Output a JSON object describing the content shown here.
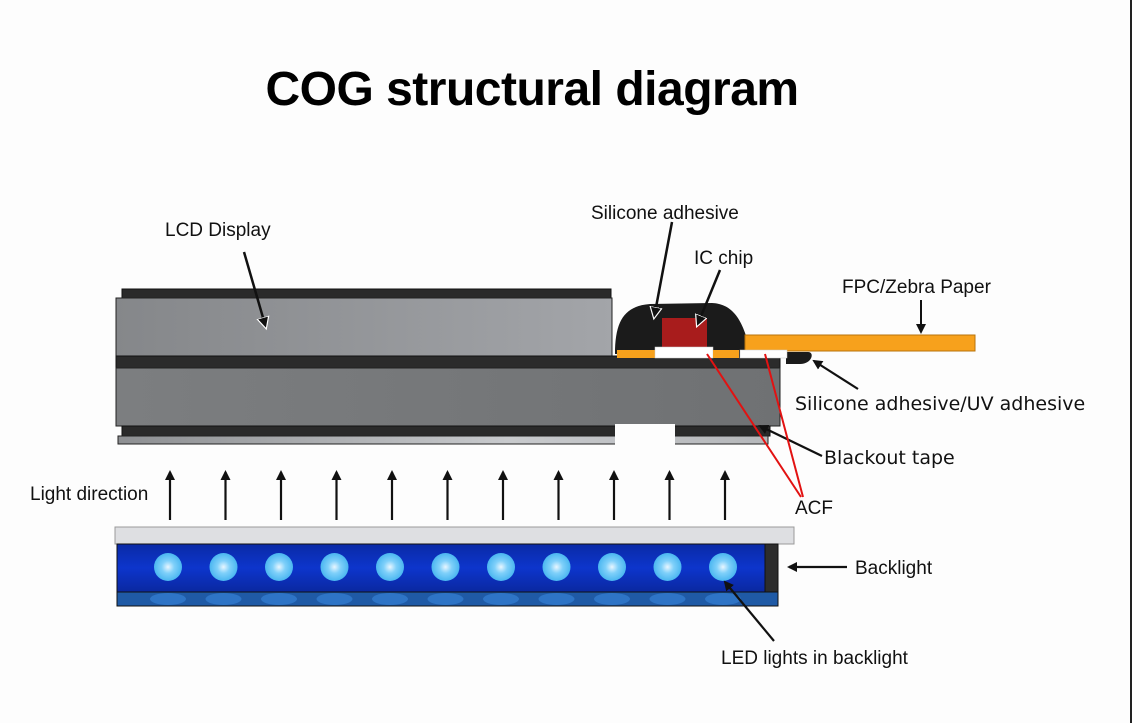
{
  "title": "COG structural diagram",
  "colors": {
    "glass": "#8f9194",
    "glass_dark": "#75777a",
    "frame_black": "#262626",
    "polarizer": "#c2c4c7",
    "adhesive_black": "#1a1a1a",
    "ic_chip": "#a81c1c",
    "fpc_orange": "#f7a11c",
    "acf_white": "#ffffff",
    "leader_red": "#e21212",
    "backlight_blue": "#0c2fbf",
    "backlight_base": "#1e5aa8",
    "led": "#5cc2f5",
    "diffuser": "#dedfe2"
  },
  "labels": {
    "lcd_display": "LCD Display",
    "silicone_adhesive": "Silicone adhesive",
    "ic_chip": "IC chip",
    "fpc": "FPC/Zebra Paper",
    "silicone_uv": "Silicone adhesive/UV adhesive",
    "blackout_tape": "Blackout tape",
    "acf": "ACF",
    "light_direction": "Light direction",
    "backlight": "Backlight",
    "led_lights": "LED lights in backlight"
  },
  "counts": {
    "light_arrows": 11,
    "leds": 11
  }
}
